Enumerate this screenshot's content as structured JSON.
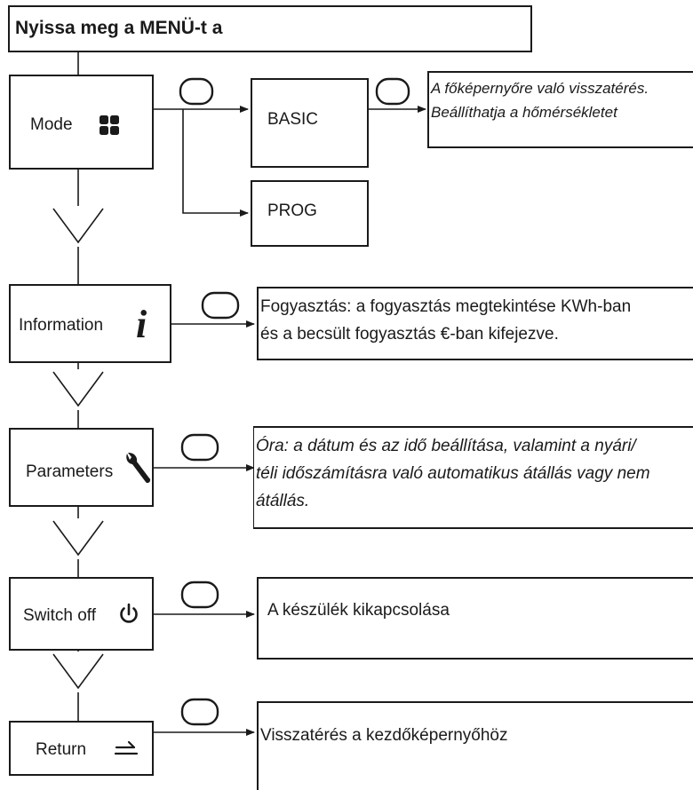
{
  "title": {
    "text": "Nyissa meg a MENÜ-t a"
  },
  "menu": {
    "mode": {
      "label": "Mode",
      "icon": "grid-icon"
    },
    "basic": {
      "label": "BASIC"
    },
    "prog": {
      "label": "PROG"
    },
    "basic_note": [
      "A főképernyőre való visszatérés.",
      "Beállíthatja a hőmérsékletet"
    ],
    "information": {
      "label": "Information",
      "icon": "info-icon"
    },
    "information_note": [
      "Fogyasztás: a fogyasztás megtekintése KWh-ban",
      "és a becsült fogyasztás €-ban kifejezve."
    ],
    "parameters": {
      "label": "Parameters",
      "icon": "wrench-icon"
    },
    "parameters_note": [
      "Óra: a dátum és az idő beállítása, valamint a nyári/",
      "téli időszámításra való automatikus átállás vagy nem",
      "átállás."
    ],
    "switch_off": {
      "label": "Switch off",
      "icon": "power-icon"
    },
    "switch_off_note": "A készülék kikapcsolása",
    "return": {
      "label": "Return",
      "icon": "return-arrow-icon"
    },
    "return_note": "Visszatérés a kezdőképernyőhöz"
  }
}
